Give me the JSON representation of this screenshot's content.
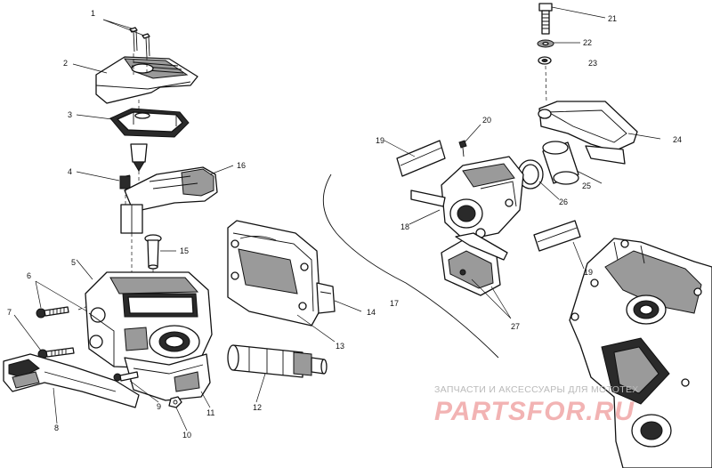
{
  "callouts": [
    {
      "id": "c1",
      "label": "1"
    },
    {
      "id": "c2",
      "label": "2"
    },
    {
      "id": "c3",
      "label": "3"
    },
    {
      "id": "c4",
      "label": "4"
    },
    {
      "id": "c5",
      "label": "5"
    },
    {
      "id": "c6",
      "label": "6"
    },
    {
      "id": "c7",
      "label": "7"
    },
    {
      "id": "c8",
      "label": "8"
    },
    {
      "id": "c9",
      "label": "9"
    },
    {
      "id": "c10",
      "label": "10"
    },
    {
      "id": "c11",
      "label": "11"
    },
    {
      "id": "c12",
      "label": "12"
    },
    {
      "id": "c13",
      "label": "13"
    },
    {
      "id": "c14",
      "label": "14"
    },
    {
      "id": "c15",
      "label": "15"
    },
    {
      "id": "c16",
      "label": "16"
    },
    {
      "id": "c17",
      "label": "17"
    },
    {
      "id": "c18",
      "label": "18"
    },
    {
      "id": "c19a",
      "label": "19"
    },
    {
      "id": "c19b",
      "label": "19"
    },
    {
      "id": "c20",
      "label": "20"
    },
    {
      "id": "c21",
      "label": "21"
    },
    {
      "id": "c22",
      "label": "22"
    },
    {
      "id": "c23",
      "label": "23"
    },
    {
      "id": "c24",
      "label": "24"
    },
    {
      "id": "c25",
      "label": "25"
    },
    {
      "id": "c26",
      "label": "26"
    },
    {
      "id": "c27",
      "label": "27"
    }
  ],
  "watermark": {
    "text": "ЗАПЧАСТИ И АКСЕССУАРЫ ДЛЯ МОТОТЕХ",
    "logo": "PARTSFOR.RU"
  }
}
